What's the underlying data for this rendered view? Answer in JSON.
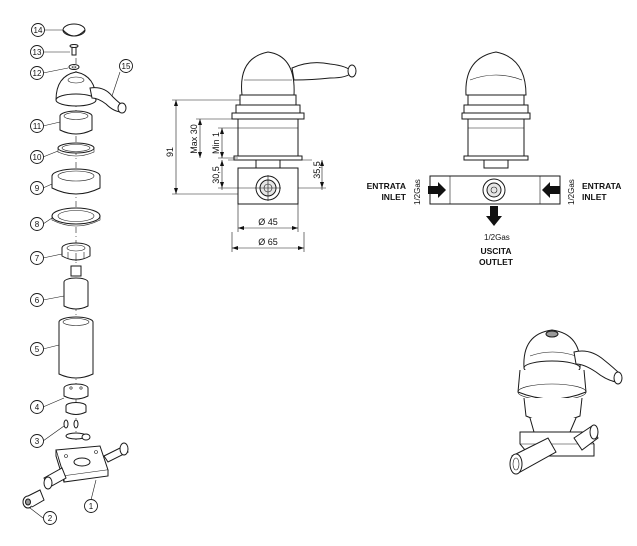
{
  "parts": [
    {
      "num": "14"
    },
    {
      "num": "13"
    },
    {
      "num": "12"
    },
    {
      "num": "15"
    },
    {
      "num": "11"
    },
    {
      "num": "10"
    },
    {
      "num": "9"
    },
    {
      "num": "8"
    },
    {
      "num": "7"
    },
    {
      "num": "6"
    },
    {
      "num": "5"
    },
    {
      "num": "4"
    },
    {
      "num": "3"
    },
    {
      "num": "2"
    },
    {
      "num": "1"
    }
  ],
  "dimensions": {
    "height_total": "91",
    "max": "Max 30",
    "min": "Min 1",
    "lower": "30,5",
    "right": "35,5",
    "dia_inner": "Ø  45",
    "dia_outer": "Ø  65"
  },
  "flow": {
    "inlet_left_it": "ENTRATA",
    "inlet_left_en": "INLET",
    "inlet_right_it": "ENTRATA",
    "inlet_right_en": "INLET",
    "outlet_it": "USCITA",
    "outlet_en": "OUTLET",
    "thread_left": "1/2Gas",
    "thread_right": "1/2Gas",
    "thread_bottom": "1/2Gas"
  }
}
